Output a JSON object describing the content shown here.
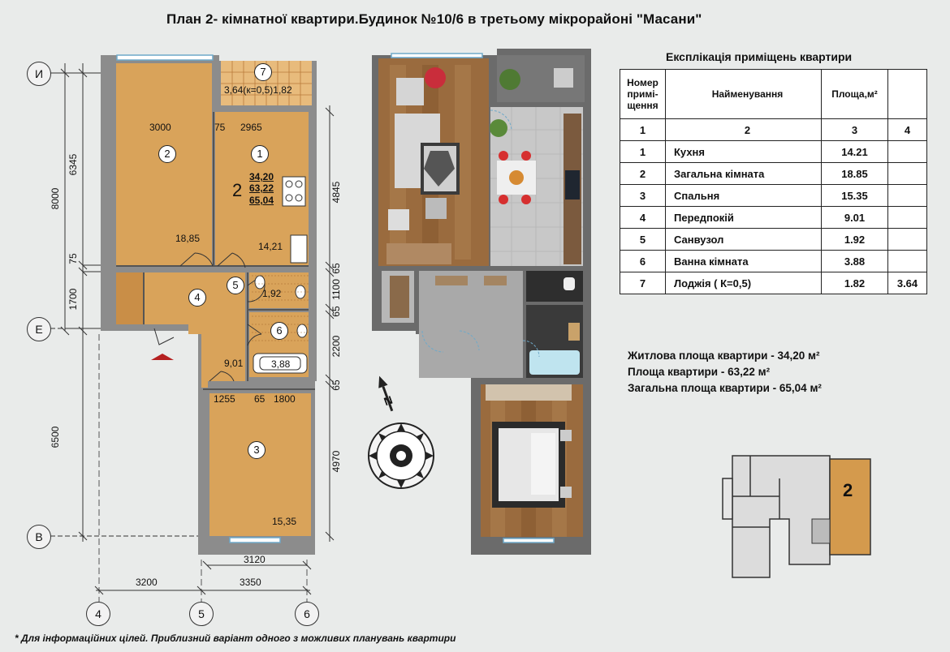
{
  "title": "План 2- кімнатної квартири.Будинок №10/6 в третьому мікрорайоні \"Масани\"",
  "explication": {
    "title": "Експлікація приміщень квартири",
    "headers": [
      "Номер примі- щення",
      "Найменування",
      "Площа,м²",
      ""
    ],
    "column_numbers": [
      "1",
      "2",
      "3",
      "4"
    ],
    "rows": [
      {
        "num": "1",
        "name": "Кухня",
        "area": "14.21",
        "extra": ""
      },
      {
        "num": "2",
        "name": "Загальна кімната",
        "area": "18.85",
        "extra": ""
      },
      {
        "num": "3",
        "name": "Спальня",
        "area": "15.35",
        "extra": ""
      },
      {
        "num": "4",
        "name": "Передпокій",
        "area": "9.01",
        "extra": ""
      },
      {
        "num": "5",
        "name": "Санвузол",
        "area": "1.92",
        "extra": ""
      },
      {
        "num": "6",
        "name": "Ванна кімната",
        "area": "3.88",
        "extra": ""
      },
      {
        "num": "7",
        "name": "Лоджія ( К=0,5)",
        "area": "1.82",
        "extra": "3.64"
      }
    ]
  },
  "summary": {
    "living": "Житлова площа квартири - 34,20 м²",
    "apartment": "Площа квартири - 63,22 м²",
    "total": "Загальна площа квартири - 65,04 м²"
  },
  "footnote": "* Для інформаційних цілей. Приблизний варіант одного з можливих планувань квартири",
  "plan": {
    "axes": {
      "I": "И",
      "E": "Е",
      "V": "В",
      "a4": "4",
      "a5": "5",
      "a6": "6"
    },
    "room_numbers": [
      "1",
      "2",
      "3",
      "4",
      "5",
      "6",
      "7"
    ],
    "room_areas": {
      "r1": "14,21",
      "r2": "18,85",
      "r3": "15,35",
      "r4": "9,01",
      "r5": "1,92",
      "r6": "3,88"
    },
    "loggia_label": "3,64(к=0,5)1,82",
    "apartment_badge": {
      "num": "2",
      "living": "34,20",
      "area": "63,22",
      "total": "65,04"
    },
    "dims_left": {
      "d8000": "8000",
      "d6345": "6345",
      "d75": "75",
      "d1700": "1700",
      "d6500": "6500"
    },
    "dims_right": {
      "d4845": "4845",
      "d65a": "65",
      "d1100": "1100",
      "d65b": "65",
      "d2200": "2200",
      "d65c": "65",
      "d4970": "4970"
    },
    "dims_inner": {
      "d3000": "3000",
      "d75": "75",
      "d2965": "2965",
      "d1255": "1255",
      "d65": "65",
      "d1800": "1800"
    },
    "dims_bottom": {
      "d3120": "3120",
      "d3200": "3200",
      "d3350": "3350"
    }
  },
  "compass": {
    "north": "N"
  },
  "keyplan": {
    "label": "2"
  },
  "colors": {
    "room": "#d9a35a",
    "wall": "#8a8a8a",
    "loggia": "#e7b878",
    "badge": "#d49a4d",
    "background": "#e9ebea"
  }
}
